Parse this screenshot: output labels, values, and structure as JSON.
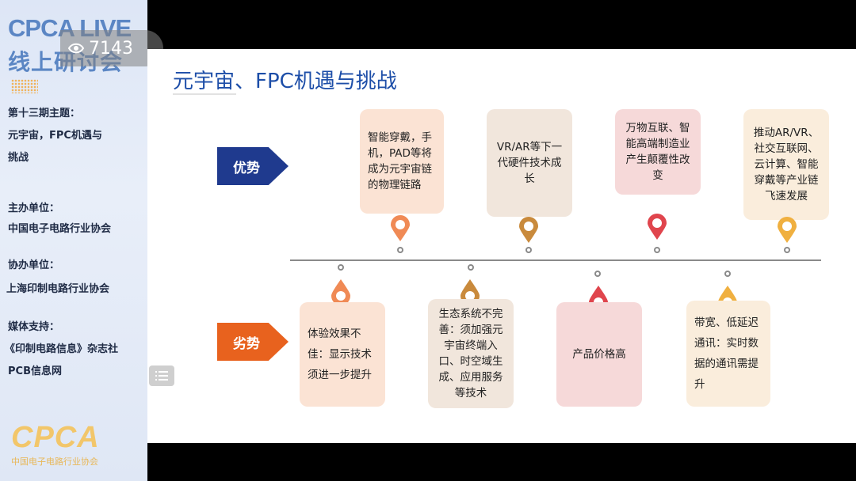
{
  "sidebar": {
    "brand_line1": "CPCA LIVE",
    "brand_line2": "线上研讨会",
    "topic_label": "第十三期主题：",
    "topic_line1": "元宇宙，FPC机遇与",
    "topic_line2": "挑战",
    "host_label": "主办单位：",
    "host_value": "中国电子电路行业协会",
    "co_label": "协办单位：",
    "co_value": "上海印制电路行业协会",
    "media_label": "媒体支持：",
    "media_value1": "《印制电路信息》杂志社",
    "media_value2": "PCB信息网",
    "footer_logo": "CPCA",
    "footer_sub": "中国电子电路行业协会"
  },
  "viewer": {
    "count": "7143",
    "icon": "eye-icon"
  },
  "slide": {
    "title": "元宇宙、FPC机遇与挑战",
    "advantage_label": "优势",
    "disadvantage_label": "劣势",
    "advantages": [
      "智能穿戴，手机，PAD等将成为元宇宙链的物理链路",
      "VR/AR等下一代硬件技术成长",
      "万物互联、智能高端制造业产生颠覆性改变",
      "推动AR/VR、社交互联网、云计算、智能穿戴等产业链飞速发展"
    ],
    "disadvantages": [
      "体验效果不佳：显示技术须进一步提升",
      "生态系统不完善：须加强元宇宙终端入口、时空域生成、应用服务等技术",
      "产品价格高",
      "带宽、低延迟通讯：实时数据的通讯需提升"
    ],
    "colors": {
      "advantage": "#1f3a8e",
      "disadvantage": "#e8621e",
      "title": "#1d4ea8"
    }
  }
}
